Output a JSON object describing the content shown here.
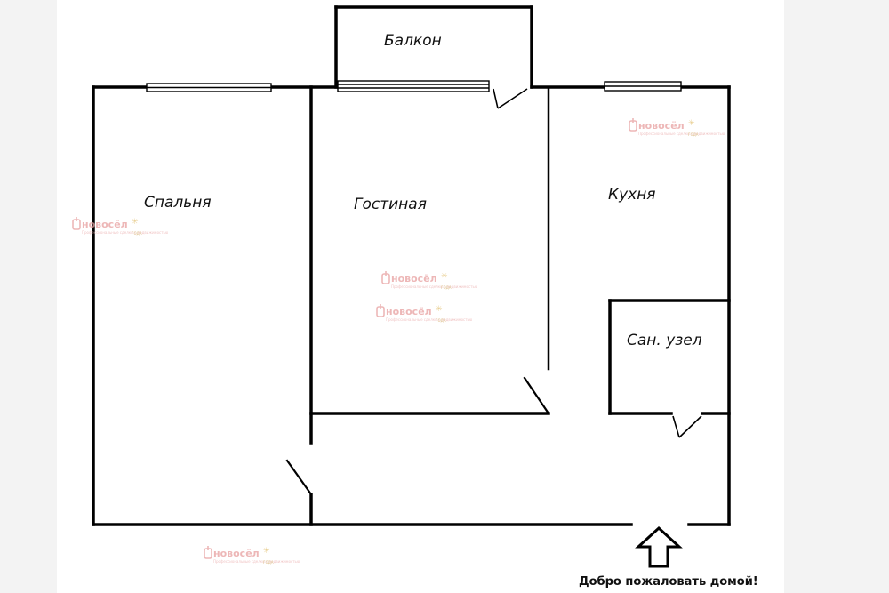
{
  "rooms": {
    "balcony": "Балкон",
    "bedroom": "Спальня",
    "living_room": "Гостиная",
    "kitchen": "Кухня",
    "bathroom": "Сан. узел"
  },
  "entrance": {
    "welcome_text": "Добро пожаловать домой!"
  },
  "watermark": {
    "brand": "новосёл",
    "tagline": "Профессиональные сделки с недвижимостью",
    "badge": "ГОДА"
  },
  "colors": {
    "wall": "#000000",
    "watermark": "#e8a0a0",
    "watermark_accent": "#e2c070"
  }
}
